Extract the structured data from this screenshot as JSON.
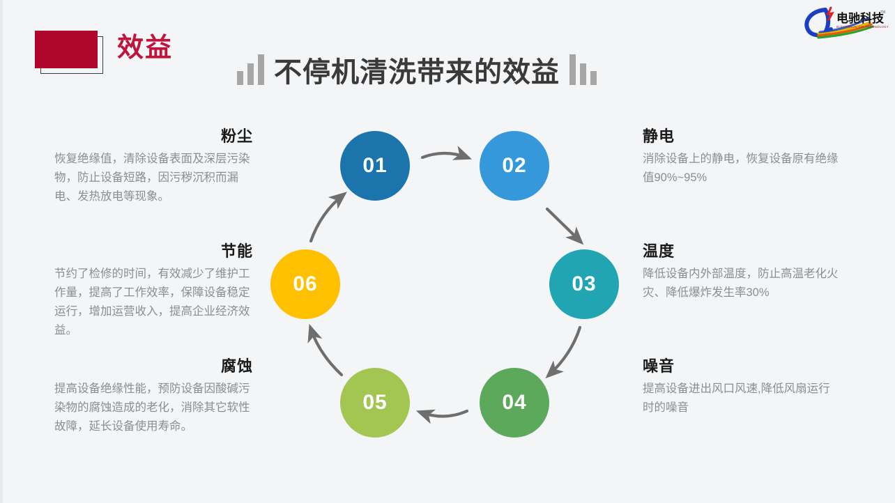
{
  "slide": {
    "background_color": "#f4f5f7",
    "badge": {
      "label": "效益",
      "fill_color": "#b0062c",
      "text_color": "#c0143c"
    },
    "title": "不停机清洗带来的效益",
    "title_color": "#3a3a3a",
    "decoration_bar_color": "#a6a6a6"
  },
  "logo": {
    "company_cn": "电驰科技",
    "company_en": "ELECTRICAL CHI TECHNOLOGY",
    "mark_color": "#1a3fc4",
    "trademark": "TM"
  },
  "diagram": {
    "type": "cycle",
    "arrow_color": "#6e6e6e",
    "nodes": [
      {
        "number": "01",
        "color": "#1b74ac",
        "topic": "粉尘"
      },
      {
        "number": "02",
        "color": "#3498db",
        "topic": "静电"
      },
      {
        "number": "03",
        "color": "#21a5b3",
        "topic": "温度"
      },
      {
        "number": "04",
        "color": "#5da95c",
        "topic": "噪音"
      },
      {
        "number": "05",
        "color": "#a3c551",
        "topic": "腐蚀"
      },
      {
        "number": "06",
        "color": "#ffc000",
        "topic": "节能"
      }
    ]
  },
  "blocks": {
    "dust": {
      "head": "粉尘",
      "body": "恢复绝缘值，清除设备表面及深层污染物，防止设备短路，因污秽沉积而漏电、发热放电等现象。"
    },
    "energy": {
      "head": "节能",
      "body": "节约了检修的时间，有效减少了维护工作量，提高了工作效率，保障设备稳定运行，增加运营收入，提高企业经济效益。"
    },
    "corrosion": {
      "head": "腐蚀",
      "body": "提高设备绝缘性能，预防设备因酸碱污染物的腐蚀造成的老化，消除其它软性故障，延长设备使用寿命。"
    },
    "static": {
      "head": "静电",
      "body": "消除设备上的静电，恢复设备原有绝缘值90%~95%"
    },
    "temperature": {
      "head": "温度",
      "body": "降低设备内外部温度，防止高温老化火灾、降低爆炸发生率30%"
    },
    "noise": {
      "head": "噪音",
      "body": "提高设备进出风口风速,降低风扇运行时的噪音"
    }
  }
}
